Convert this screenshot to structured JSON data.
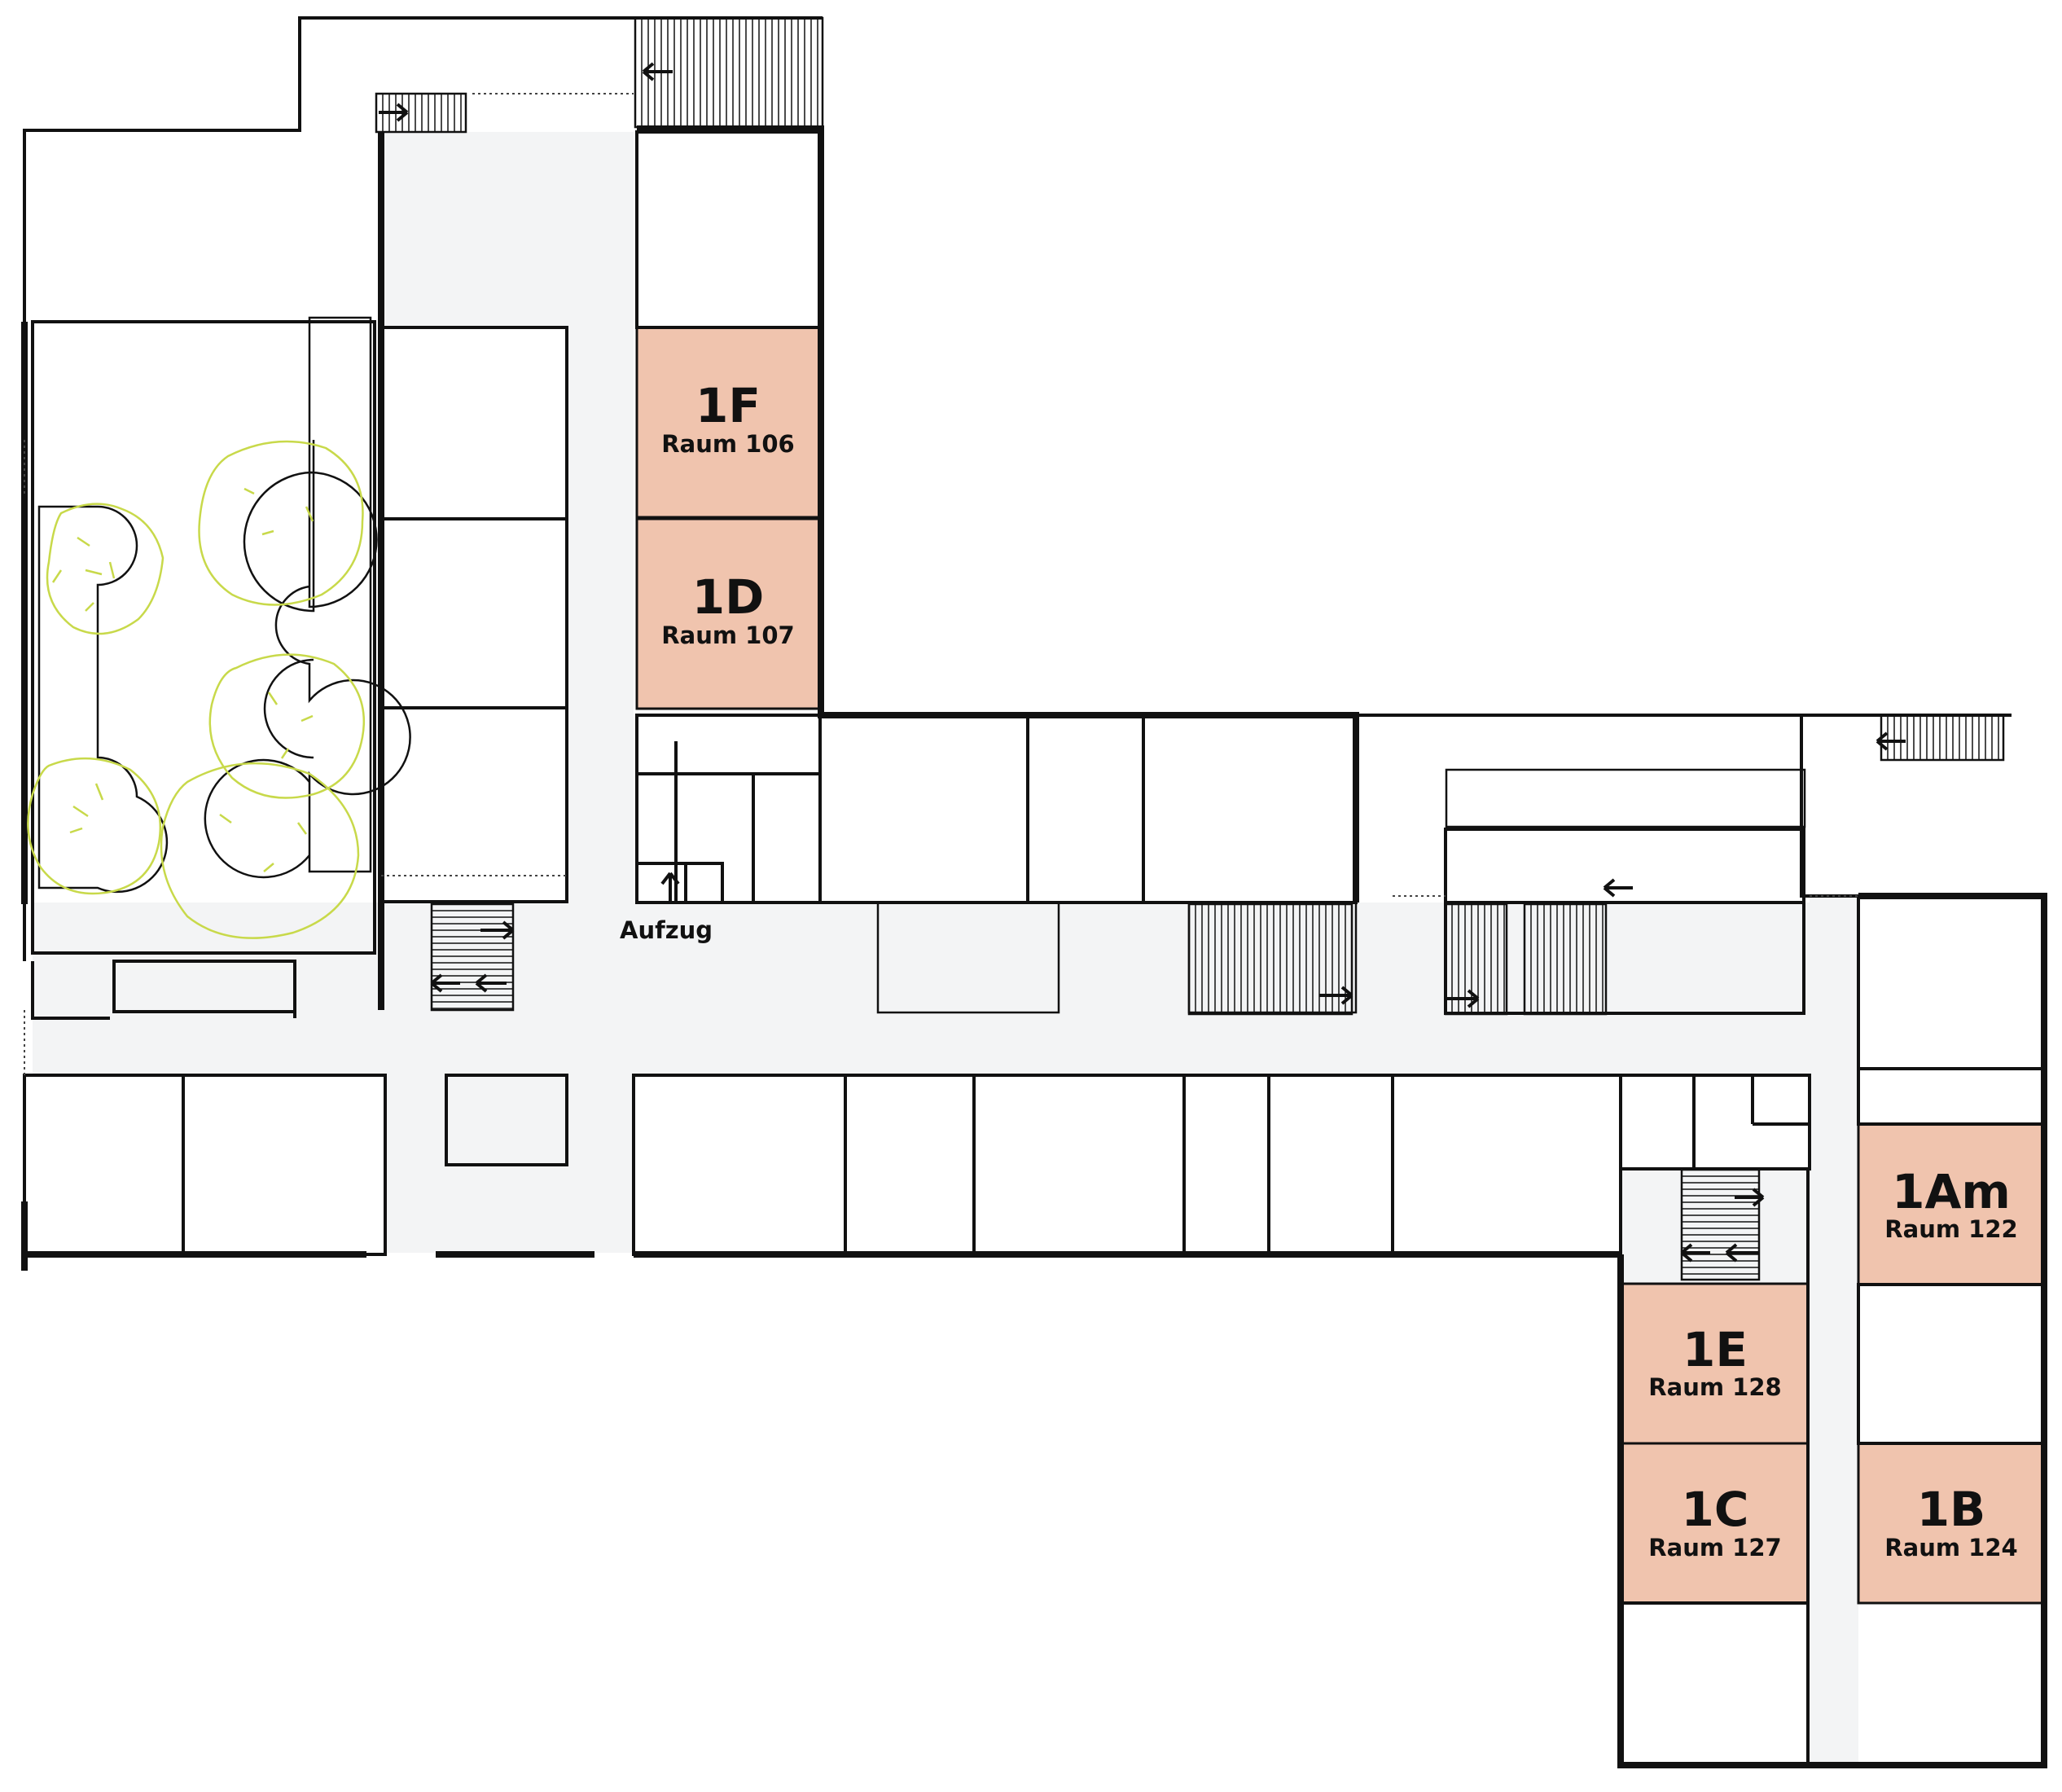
{
  "colors": {
    "highlight": "#f0c4ae",
    "corridor": "#f3f4f5",
    "wall": "#111111",
    "greenery": "#c8d94a"
  },
  "rooms": [
    {
      "id": "1F",
      "code": "1F",
      "name": "Raum 106"
    },
    {
      "id": "1D",
      "code": "1D",
      "name": "Raum 107"
    },
    {
      "id": "1Am",
      "code": "1Am",
      "name": "Raum 122"
    },
    {
      "id": "1E",
      "code": "1E",
      "name": "Raum 128"
    },
    {
      "id": "1C",
      "code": "1C",
      "name": "Raum 127"
    },
    {
      "id": "1B",
      "code": "1B",
      "name": "Raum 124"
    }
  ],
  "labels": {
    "elevator": "Aufzug"
  },
  "icons": {
    "stairs": "stairs-icon",
    "arrow": "direction-arrow-icon",
    "tree": "tree-icon"
  }
}
